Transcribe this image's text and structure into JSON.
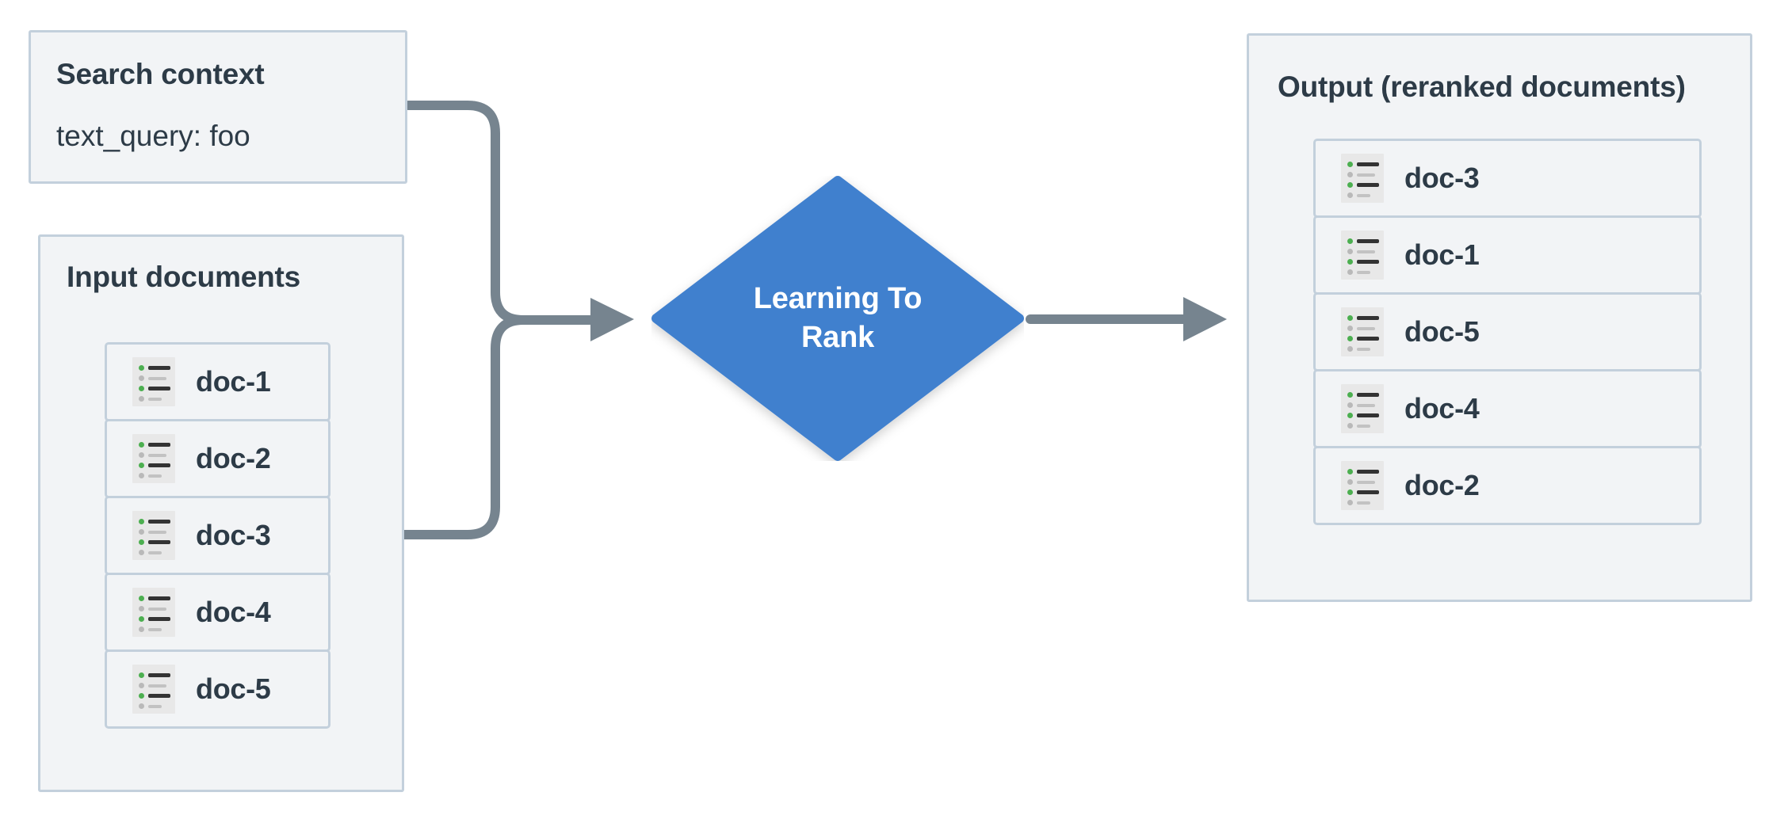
{
  "diagram": {
    "title": "Learning To Rank reranking flow",
    "colors": {
      "panel_bg": "#f2f4f6",
      "panel_border": "#c3d0dc",
      "text": "#2d3b47",
      "node_fill": "#4180ce",
      "node_text": "#ffffff",
      "connector": "#76848f",
      "icon_bg": "#e8e8e8",
      "icon_bullet_active": "#4caf50",
      "icon_bullet_muted": "#b9b9b9",
      "canvas_bg": "#ffffff"
    }
  },
  "search_context": {
    "title": "Search context",
    "query_line": "text_query: foo"
  },
  "input_panel": {
    "title": "Input documents",
    "documents": [
      {
        "label": "doc-1",
        "icon": "document-list-icon"
      },
      {
        "label": "doc-2",
        "icon": "document-list-icon"
      },
      {
        "label": "doc-3",
        "icon": "document-list-icon"
      },
      {
        "label": "doc-4",
        "icon": "document-list-icon"
      },
      {
        "label": "doc-5",
        "icon": "document-list-icon"
      }
    ]
  },
  "process_node": {
    "label": "Learning To Rank",
    "line1": "Learning To",
    "line2": "Rank",
    "shape": "diamond"
  },
  "output_panel": {
    "title": "Output (reranked documents)",
    "documents": [
      {
        "label": "doc-3",
        "icon": "document-list-icon"
      },
      {
        "label": "doc-1",
        "icon": "document-list-icon"
      },
      {
        "label": "doc-5",
        "icon": "document-list-icon"
      },
      {
        "label": "doc-4",
        "icon": "document-list-icon"
      },
      {
        "label": "doc-2",
        "icon": "document-list-icon"
      }
    ]
  },
  "connectors": [
    {
      "name": "search-context-to-ltr",
      "from": "search_context",
      "to": "process_node",
      "arrow": true
    },
    {
      "name": "input-documents-to-ltr",
      "from": "input_panel",
      "to": "process_node",
      "arrow": true
    },
    {
      "name": "ltr-to-output",
      "from": "process_node",
      "to": "output_panel",
      "arrow": true
    }
  ]
}
